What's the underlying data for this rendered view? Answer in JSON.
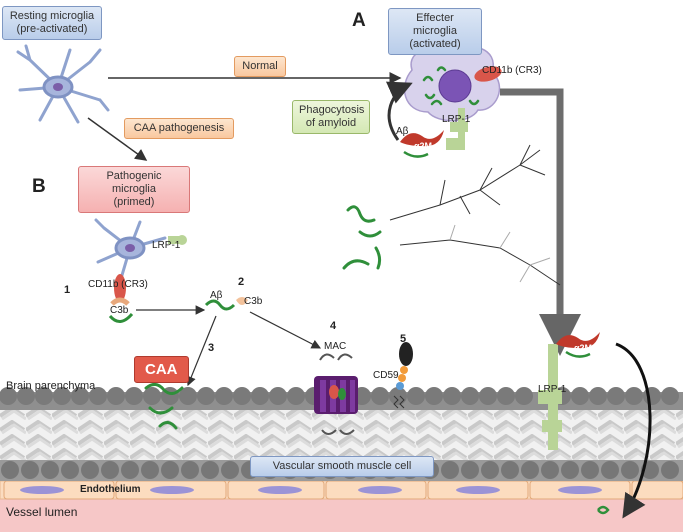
{
  "panels": {
    "a": "A",
    "b": "B"
  },
  "boxes": {
    "resting": "Resting microglia\n(pre-activated)",
    "effecter": "Effecter microglia\n(activated)",
    "normal": "Normal",
    "caa_pathogenesis": "CAA pathogenesis",
    "phagocytosis": "Phagocytosis\nof amyloid",
    "pathogenic": "Pathogenic microglia\n(primed)",
    "vsmc": "Vascular smooth muscle cell"
  },
  "labels": {
    "cd11b_a": "CD11b (CR3)",
    "abeta_a": "Aβ",
    "lrp1_a": "LRP-1",
    "a2m_a": "α2M",
    "lrp1_b": "LRP-1",
    "cd11b_b": "CD11b (CR3)",
    "c3b_1": "C3b",
    "abeta_2": "Aβ",
    "c3b_2": "C3b",
    "caa": "CAA",
    "mac": "MAC",
    "cd59": "CD59",
    "a2m_b": "α2M",
    "lrp1_c": "LRP-1",
    "brain_parenchyma": "Brain parenchyma",
    "endothelium": "Endothelium",
    "vessel_lumen": "Vessel lumen"
  },
  "steps": {
    "s1": "1",
    "s2": "2",
    "s3": "3",
    "s4": "4",
    "s5": "5"
  },
  "colors": {
    "microglia_blue": "#8fa3cf",
    "amyloid_green": "#2f8f3a",
    "lrp1_green": "#b9d497",
    "cd11b_red": "#d9564a",
    "membrane_gray": "#8a8a8a",
    "endothelium": "#f7d9b8",
    "lumen": "#f6c7c7",
    "vsmc": "#e5e5e5"
  }
}
